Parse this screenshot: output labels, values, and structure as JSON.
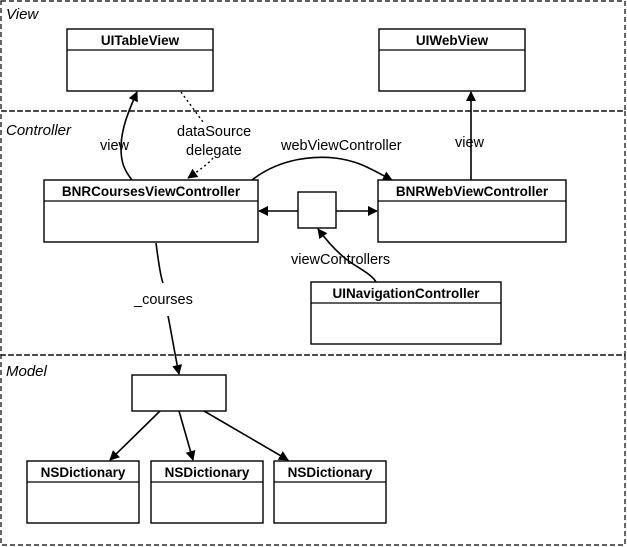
{
  "layers": {
    "view": "View",
    "controller": "Controller",
    "model": "Model"
  },
  "classes": {
    "uitableview": "UITableView",
    "uiwebview": "UIWebView",
    "bnrcourses": "BNRCoursesViewController",
    "bnrweb": "BNRWebViewController",
    "uinav": "UINavigationController",
    "dict1": "NSDictionary",
    "dict2": "NSDictionary",
    "dict3": "NSDictionary"
  },
  "relationships": {
    "view_left": "view",
    "view_right": "view",
    "datasource": "dataSource",
    "delegate": "delegate",
    "webviewcontroller": "webViewController",
    "viewcontrollers": "viewControllers",
    "courses": "_courses"
  }
}
